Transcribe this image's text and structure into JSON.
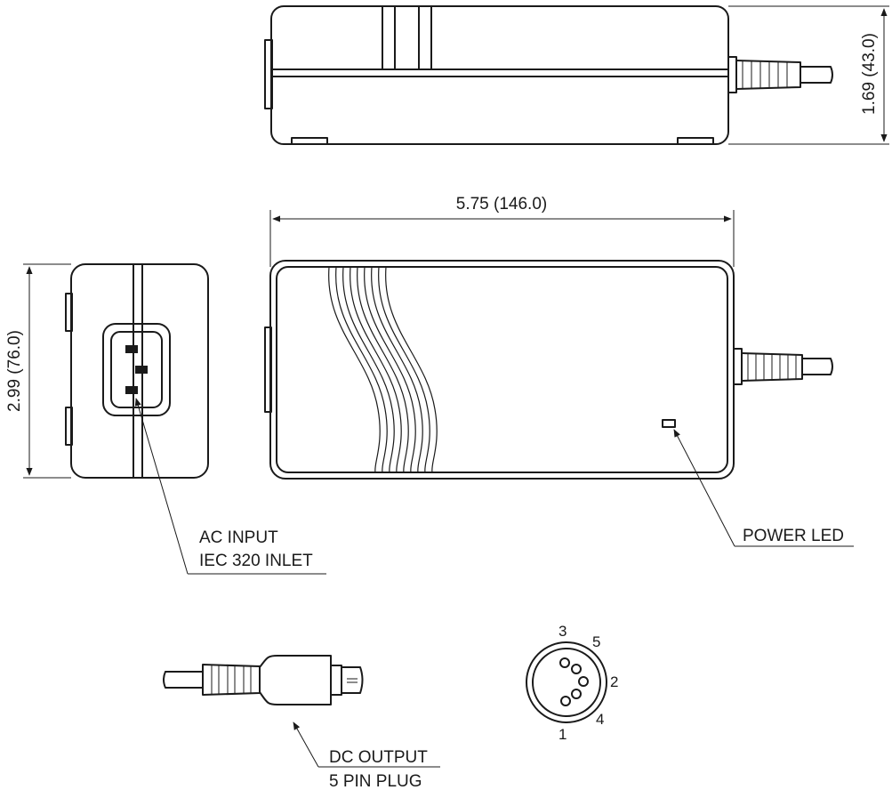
{
  "dimensions": {
    "height": "1.69 (43.0)",
    "length": "5.75 (146.0)",
    "width": "2.99 (76.0)"
  },
  "callouts": {
    "ac_input_line1": "AC INPUT",
    "ac_input_line2": "IEC 320 INLET",
    "power_led": "POWER LED",
    "dc_output_line1": "DC OUTPUT",
    "dc_output_line2": "5 PIN PLUG"
  },
  "pins": {
    "p1": "1",
    "p2": "2",
    "p3": "3",
    "p4": "4",
    "p5": "5"
  }
}
